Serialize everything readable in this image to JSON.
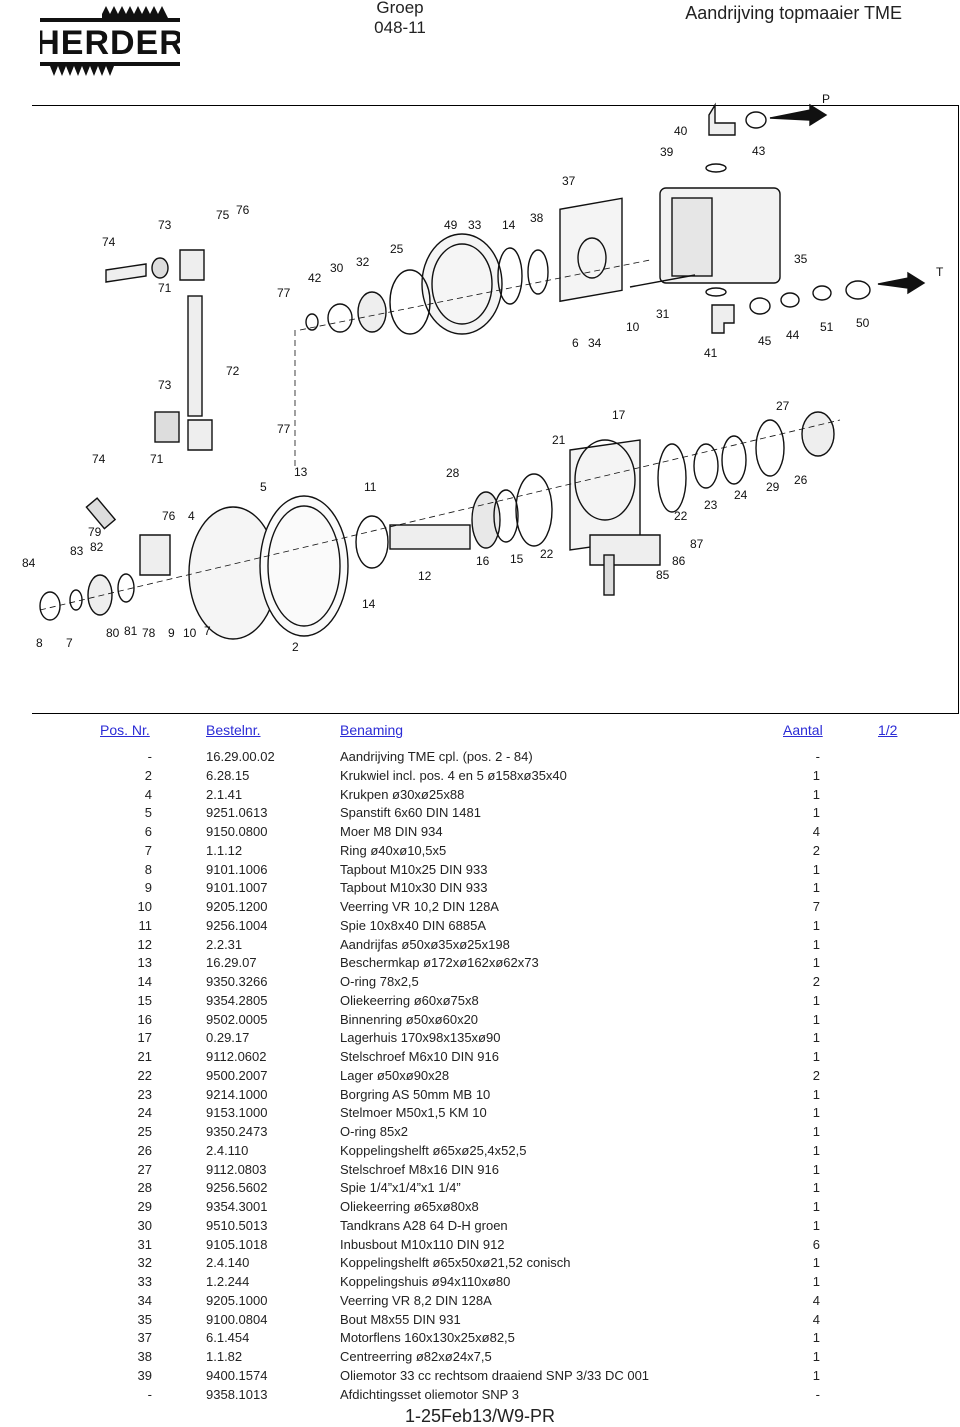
{
  "header": {
    "brand": "HERDER",
    "group_label": "Groep",
    "group_code": "048-11",
    "title": "Aandrijving topmaaier TME"
  },
  "diagram": {
    "callouts": [
      "P",
      "T",
      "40",
      "39",
      "43",
      "37",
      "74",
      "73",
      "75",
      "76",
      "49",
      "33",
      "14",
      "38",
      "25",
      "42",
      "30",
      "32",
      "35",
      "71",
      "77",
      "6",
      "34",
      "10",
      "31",
      "45",
      "44",
      "51",
      "50",
      "41",
      "73",
      "72",
      "17",
      "27",
      "77",
      "21",
      "74",
      "71",
      "28",
      "5",
      "13",
      "11",
      "23",
      "24",
      "29",
      "26",
      "76",
      "4",
      "22",
      "79",
      "82",
      "83",
      "84",
      "87",
      "86",
      "12",
      "16",
      "15",
      "22",
      "85",
      "14",
      "8",
      "7",
      "80",
      "81",
      "78",
      "9",
      "10",
      "7",
      "2"
    ]
  },
  "table": {
    "headers": {
      "pos": "Pos. Nr.",
      "nr": "Bestelnr.",
      "name": "Benaming",
      "qty": "Aantal",
      "page": "1/2"
    },
    "rows": [
      {
        "pos": "-",
        "nr": "16.29.00.02",
        "name": "Aandrijving TME cpl. (pos. 2 - 84)",
        "qty": "-"
      },
      {
        "pos": "2",
        "nr": "6.28.15",
        "name": "Krukwiel incl. pos. 4 en 5 ø158xø35x40",
        "qty": "1"
      },
      {
        "pos": "4",
        "nr": "2.1.41",
        "name": "Krukpen ø30xø25x88",
        "qty": "1"
      },
      {
        "pos": "5",
        "nr": "9251.0613",
        "name": "Spanstift 6x60 DIN 1481",
        "qty": "1"
      },
      {
        "pos": "6",
        "nr": "9150.0800",
        "name": "Moer M8 DIN 934",
        "qty": "4"
      },
      {
        "pos": "7",
        "nr": "1.1.12",
        "name": "Ring ø40xø10,5x5",
        "qty": "2"
      },
      {
        "pos": "8",
        "nr": "9101.1006",
        "name": "Tapbout M10x25 DIN 933",
        "qty": "1"
      },
      {
        "pos": "9",
        "nr": "9101.1007",
        "name": "Tapbout M10x30 DIN 933",
        "qty": "1"
      },
      {
        "pos": "10",
        "nr": "9205.1200",
        "name": "Veerring VR 10,2 DIN 128A",
        "qty": "7"
      },
      {
        "pos": "11",
        "nr": "9256.1004",
        "name": "Spie 10x8x40 DIN 6885A",
        "qty": "1"
      },
      {
        "pos": "12",
        "nr": "2.2.31",
        "name": "Aandrijfas ø50xø35xø25x198",
        "qty": "1"
      },
      {
        "pos": "13",
        "nr": "16.29.07",
        "name": "Beschermkap ø172xø162xø62x73",
        "qty": "1"
      },
      {
        "pos": "14",
        "nr": "9350.3266",
        "name": "O-ring 78x2,5",
        "qty": "2"
      },
      {
        "pos": "15",
        "nr": "9354.2805",
        "name": "Oliekeerring ø60xø75x8",
        "qty": "1"
      },
      {
        "pos": "16",
        "nr": "9502.0005",
        "name": "Binnenring ø50xø60x20",
        "qty": "1"
      },
      {
        "pos": "17",
        "nr": "0.29.17",
        "name": "Lagerhuis 170x98x135xø90",
        "qty": "1"
      },
      {
        "pos": "21",
        "nr": "9112.0602",
        "name": "Stelschroef M6x10 DIN 916",
        "qty": "1"
      },
      {
        "pos": "22",
        "nr": "9500.2007",
        "name": "Lager ø50xø90x28",
        "qty": "2"
      },
      {
        "pos": "23",
        "nr": "9214.1000",
        "name": "Borgring AS 50mm MB 10",
        "qty": "1"
      },
      {
        "pos": "24",
        "nr": "9153.1000",
        "name": "Stelmoer M50x1,5 KM 10",
        "qty": "1"
      },
      {
        "pos": "25",
        "nr": "9350.2473",
        "name": "O-ring 85x2",
        "qty": "1"
      },
      {
        "pos": "26",
        "nr": "2.4.110",
        "name": "Koppelingshelft ø65xø25,4x52,5",
        "qty": "1"
      },
      {
        "pos": "27",
        "nr": "9112.0803",
        "name": "Stelschroef M8x16 DIN 916",
        "qty": "1"
      },
      {
        "pos": "28",
        "nr": "9256.5602",
        "name": "Spie 1/4”x1/4”x1 1/4”",
        "qty": "1"
      },
      {
        "pos": "29",
        "nr": "9354.3001",
        "name": "Oliekeerring ø65xø80x8",
        "qty": "1"
      },
      {
        "pos": "30",
        "nr": "9510.5013",
        "name": "Tandkrans A28 64 D-H groen",
        "qty": "1"
      },
      {
        "pos": "31",
        "nr": "9105.1018",
        "name": "Inbusbout M10x110 DIN 912",
        "qty": "6"
      },
      {
        "pos": "32",
        "nr": "2.4.140",
        "name": "Koppelingshelft ø65x50xø21,52 conisch",
        "qty": "1"
      },
      {
        "pos": "33",
        "nr": "1.2.244",
        "name": "Koppelingshuis ø94x110xø80",
        "qty": "1"
      },
      {
        "pos": "34",
        "nr": "9205.1000",
        "name": "Veerring VR 8,2 DIN 128A",
        "qty": "4"
      },
      {
        "pos": "35",
        "nr": "9100.0804",
        "name": "Bout M8x55 DIN 931",
        "qty": "4"
      },
      {
        "pos": "37",
        "nr": "6.1.454",
        "name": "Motorflens 160x130x25xø82,5",
        "qty": "1"
      },
      {
        "pos": "38",
        "nr": "1.1.82",
        "name": "Centreerring ø82xø24x7,5",
        "qty": "1"
      },
      {
        "pos": "39",
        "nr": "9400.1574",
        "name": "Oliemotor 33 cc rechtsom draaiend SNP 3/33 DC 001",
        "qty": "1"
      },
      {
        "pos": "-",
        "nr": "9358.1013",
        "name": "Afdichtingsset oliemotor SNP 3",
        "qty": "-"
      }
    ]
  },
  "footer": {
    "code": "1-25Feb13/W9-PR"
  }
}
